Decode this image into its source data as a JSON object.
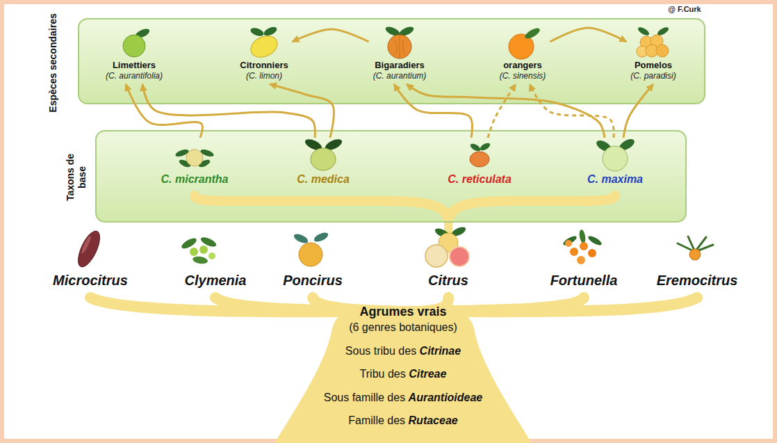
{
  "diagram": {
    "nodes": [
      {
        "text": [
          "Espèces secondaires"
        ]
      },
      {
        "text": [
          "Limettiers",
          "(C. aurantifolia)"
        ],
        "in": 0
      },
      {
        "text": [
          "Citronniers",
          "(C. limon)"
        ],
        "in": 0
      },
      {
        "text": [
          "Bigaradiers",
          "(C. aurantium)"
        ],
        "in": 0
      },
      {
        "text": [
          "orangers",
          "(C. sinensis)"
        ],
        "in": 0
      },
      {
        "text": [
          "Pomelos",
          "(C. paradisi)"
        ],
        "in": 0
      },
      {
        "text": [
          "Taxons de base"
        ]
      },
      {
        "text": [
          "C. micrantha"
        ],
        "in": 6
      },
      {
        "text": [
          "C. medica"
        ],
        "in": 6
      },
      {
        "text": [
          "C. reticulata"
        ],
        "in": 6
      },
      {
        "text": [
          "C. maxima"
        ],
        "in": 6
      }
    ],
    "edges": [
      {
        "from": 7,
        "to": 1,
        "arrow": "to"
      },
      {
        "from": 8,
        "to": 1,
        "arrow": "to"
      },
      {
        "from": 8,
        "to": 2,
        "arrow": "to"
      },
      {
        "from": 3,
        "to": 2,
        "arrow": "to"
      },
      {
        "from": 9,
        "to": 3,
        "arrow": "to"
      },
      {
        "from": 10,
        "to": 3,
        "arrow": "to"
      },
      {
        "from": 9,
        "to": 4,
        "arrow": "to"
      },
      {
        "from": 10,
        "to": 4,
        "arrow": "to"
      },
      {
        "from": 4,
        "to": 5,
        "arrow": "to"
      },
      {
        "from": 10,
        "to": 5,
        "arrow": "to"
      }
    ],
    "labels": [
      "@ F.Curk",
      "Microcitrus",
      "Clymenia",
      "Poncirus",
      "Citrus",
      "Fortunella",
      "Eremocitrus",
      "Agrumes vrais",
      "(6 genres botaniques)",
      "Sous tribu des Citrinae",
      "Tribu des Citreae",
      "Sous famille des Aurantioideae",
      "Famille des Rutaceae"
    ]
  }
}
